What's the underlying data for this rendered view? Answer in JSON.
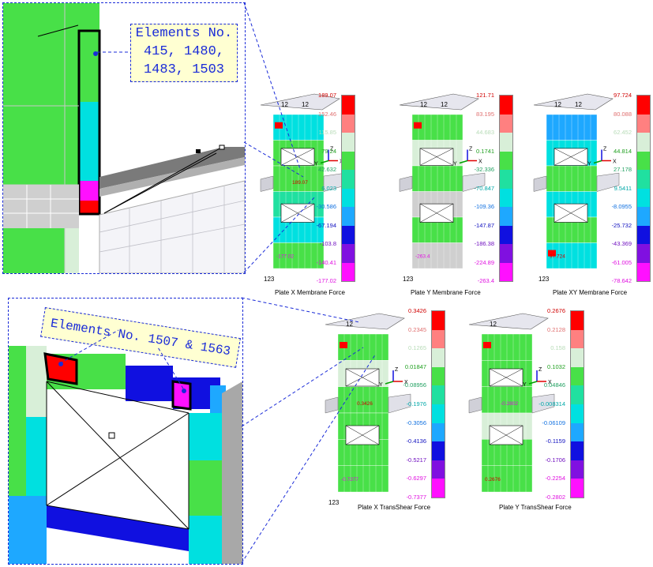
{
  "zoom_callouts": {
    "top": {
      "lines": [
        "Elements No.",
        "415, 1480,",
        "1483, 1503"
      ]
    },
    "bottom": {
      "lines": [
        "Elements No. 1507 & 1563"
      ]
    }
  },
  "legend_colors": [
    "#ff0000",
    "#ff8080",
    "#d8efd8",
    "#48e048",
    "#20e0a0",
    "#00e0e0",
    "#1ea8ff",
    "#1010e0",
    "#8010e0",
    "#ff10ff"
  ],
  "label_colors": [
    "#d00000",
    "#e07070",
    "#b8dcb8",
    "#20a020",
    "#20a060",
    "#00a8a8",
    "#1070e0",
    "#1010c0",
    "#7010c0",
    "#e010e0"
  ],
  "panels": [
    {
      "title": "Plate X Membrane Force",
      "node_label": "123",
      "axes": {
        "z": "Z",
        "y": "Y",
        "x": "X"
      },
      "top_numbers": [
        "12",
        "12"
      ],
      "legend": [
        "189.07",
        "152.46",
        "115.85",
        "79.24",
        "42.632",
        "6.023",
        "-30.586",
        "-67.194",
        "-103.8",
        "-140.41",
        "-177.02"
      ],
      "marks": [
        "-177.02",
        "189.07"
      ]
    },
    {
      "title": "Plate Y Membrane Force",
      "node_label": "123",
      "axes": {
        "z": "Z",
        "y": "Y",
        "x": "X"
      },
      "top_numbers": [
        "12",
        "12"
      ],
      "legend": [
        "121.71",
        "83.195",
        "44.683",
        "0.1741",
        "-32.336",
        "-70.847",
        "-109.36",
        "-147.87",
        "-186.38",
        "-224.89",
        "-263.4"
      ],
      "marks": [
        "-263.4"
      ]
    },
    {
      "title": "Plate XY Membrane Force",
      "node_label": "123",
      "axes": {
        "z": "Z",
        "y": "Y",
        "x": "X"
      },
      "top_numbers": [
        "12",
        "12"
      ],
      "legend": [
        "97.724",
        "80.088",
        "62.452",
        "44.814",
        "27.178",
        "9.5411",
        "-8.0955",
        "-25.732",
        "-43.369",
        "-61.005",
        "-78.642"
      ],
      "marks": [
        "97.724"
      ]
    },
    {
      "title": "Plate X TransShear Force",
      "node_label": "123",
      "axes": {
        "z": "Z",
        "y": "Y",
        "x": "X"
      },
      "top_numbers": [
        "12"
      ],
      "legend": [
        "0.3426",
        "0.2345",
        "0.1265",
        "0.01847",
        "-0.08956",
        "-0.1976",
        "-0.3056",
        "-0.4136",
        "-0.5217",
        "-0.6297",
        "-0.7377"
      ],
      "marks": [
        "-0.7377",
        "0.3426"
      ]
    },
    {
      "title": "Plate Y TransShear Force",
      "node_label": "",
      "axes": {
        "z": "Z",
        "y": "Y",
        "x": "X"
      },
      "top_numbers": [
        "12"
      ],
      "legend": [
        "0.2676",
        "0.2128",
        "0.158",
        "0.1032",
        "0.04846",
        "-0.008314",
        "-0.06109",
        "-0.1159",
        "-0.1706",
        "-0.2254",
        "-0.2802"
      ],
      "marks": [
        "0.2676",
        "-0.2802"
      ]
    }
  ]
}
